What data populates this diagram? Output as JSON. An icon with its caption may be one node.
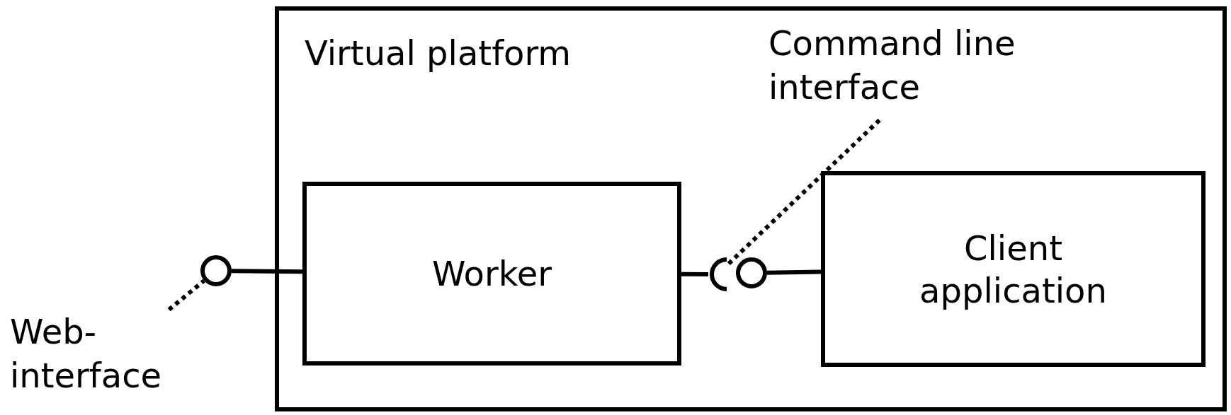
{
  "diagram": {
    "nodes": [
      {
        "text": [
          "Virtual platform"
        ]
      },
      {
        "text": [
          "Worker"
        ],
        "in": 0
      },
      {
        "text": [
          "Client application"
        ],
        "in": 0
      },
      {
        "text": [],
        "shape": "circle"
      },
      {
        "text": [
          "Web- interface"
        ]
      },
      {
        "text": [
          "Command line interface"
        ],
        "in": 0
      },
      {
        "text": [],
        "shape": "circle",
        "in": 0
      },
      {
        "text": [],
        "shape": "socket",
        "in": 0
      }
    ],
    "edges": [
      {
        "from": 1,
        "to": 3,
        "arrow": "none"
      },
      {
        "from": 4,
        "to": 3,
        "arrow": "none",
        "style": "dashed"
      },
      {
        "from": 1,
        "to": 7,
        "arrow": "none"
      },
      {
        "from": 2,
        "to": 6,
        "arrow": "none"
      },
      {
        "from": 5,
        "to": 7,
        "arrow": "none",
        "style": "dashed"
      }
    ]
  }
}
